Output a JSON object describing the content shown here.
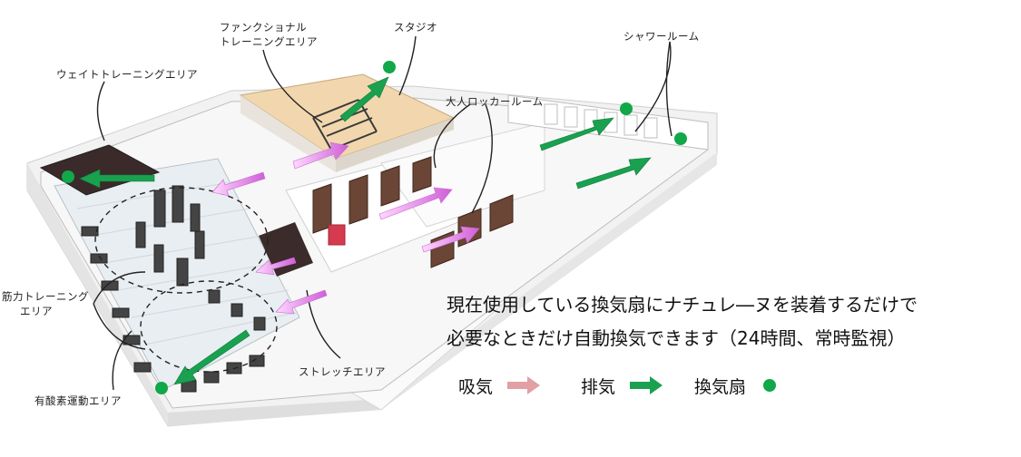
{
  "labels": {
    "functional_line1": "ファンクショナル",
    "functional_line2": "トレーニングエリア",
    "studio": "スタジオ",
    "shower_room": "シャワールーム",
    "weight_training": "ウェイトトレーニングエリア",
    "adult_locker": "大人ロッカールーム",
    "strength_line1": "筋力トレーニング",
    "strength_line2": "エリア",
    "stretch": "ストレッチエリア",
    "aerobic": "有酸素運動エリア"
  },
  "caption": {
    "line1": "現在使用している換気扇にナチュレ―ヌを装着するだけで",
    "line2": "必要なときだけ自動換気できます（24時間、常時監視）"
  },
  "legend": {
    "intake": "吸気",
    "exhaust": "排気",
    "fan": "換気扇"
  },
  "colors": {
    "intake": "#e0a0a4",
    "intake_plan": "#e08ce8",
    "exhaust": "#1aa150",
    "fan": "#10a848",
    "floor_wood": "#f2d7ae"
  },
  "icons": [
    "intake-arrow-icon",
    "exhaust-arrow-icon",
    "fan-dot-icon"
  ]
}
